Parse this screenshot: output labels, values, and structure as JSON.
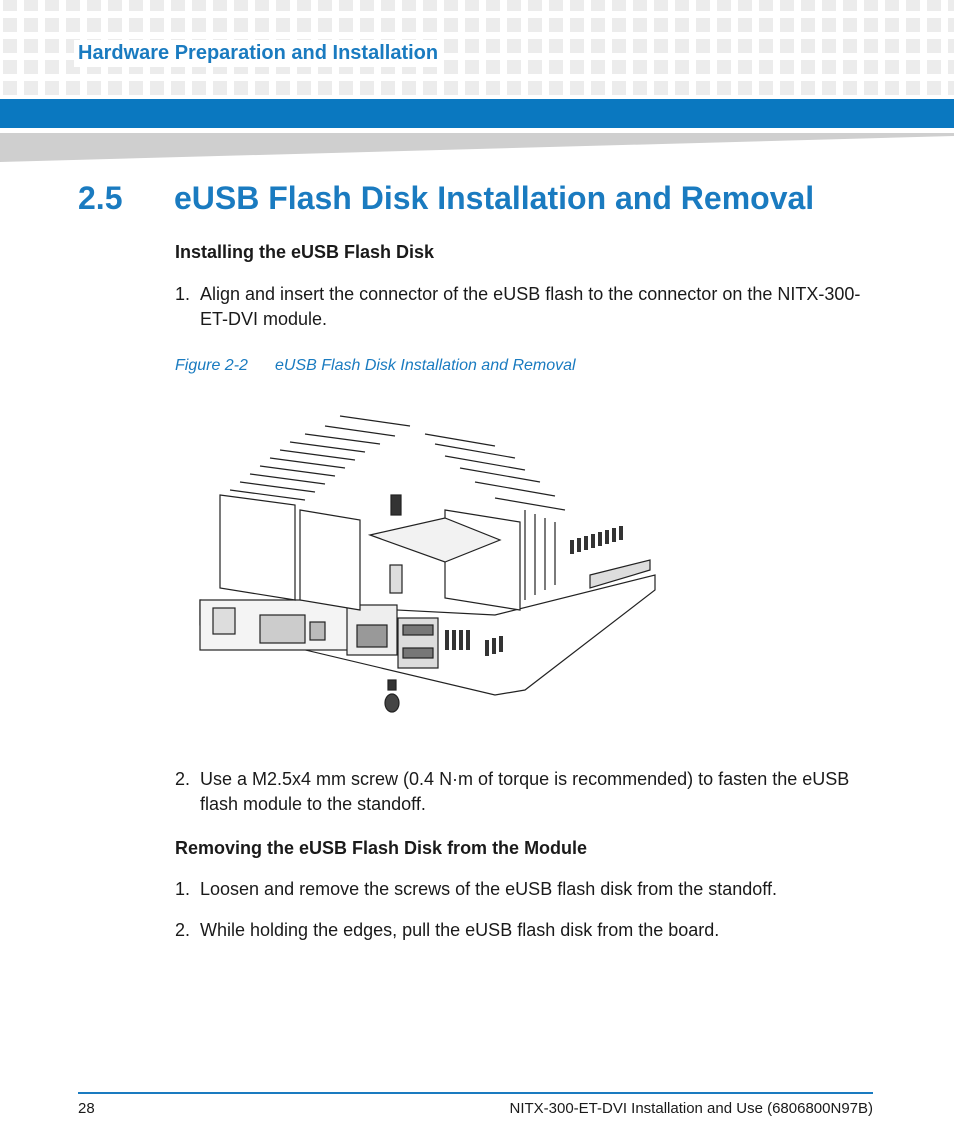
{
  "header": {
    "section": "Hardware Preparation and Installation"
  },
  "title": {
    "number": "2.5",
    "text": "eUSB Flash Disk Installation and Removal"
  },
  "install": {
    "heading": "Installing the eUSB Flash Disk",
    "step1": {
      "num": "1.",
      "text": "Align and insert the connector of the eUSB flash to the connector on the NITX-300-ET-DVI module."
    },
    "step2": {
      "num": "2.",
      "text": "Use a M2.5x4 mm screw (0.4 N·m of torque is recommended) to fasten the eUSB flash module to the standoff."
    }
  },
  "figure": {
    "label": "Figure 2-2",
    "caption": "eUSB Flash Disk Installation and Removal"
  },
  "remove": {
    "heading": "Removing the eUSB Flash Disk from the Module",
    "step1": {
      "num": "1.",
      "text": "Loosen and remove the screws of the eUSB flash disk from the standoff."
    },
    "step2": {
      "num": "2.",
      "text": "While holding the edges, pull the eUSB flash disk from the board."
    }
  },
  "footer": {
    "page": "28",
    "doc": "NITX-300-ET-DVI Installation and Use (6806800N97B)"
  },
  "colors": {
    "accent": "#1a7bc0",
    "bar": "#0a78c0",
    "wedge": "#cfcfcf"
  }
}
